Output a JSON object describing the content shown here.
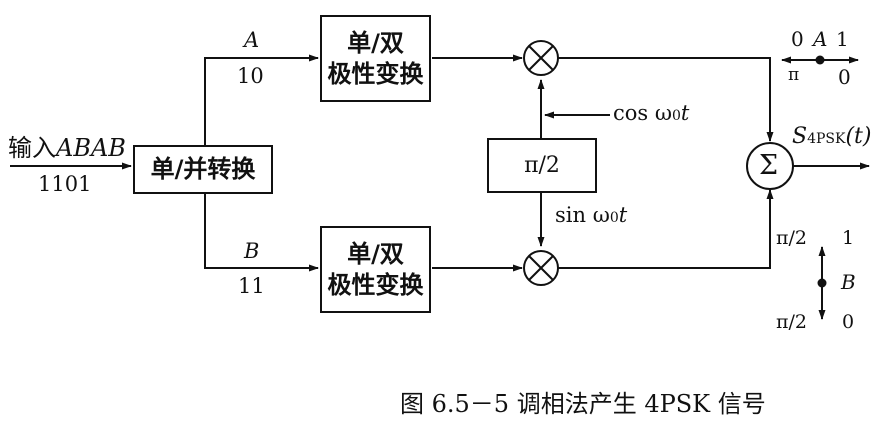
{
  "input": {
    "label_prefix": "输入",
    "label_seq": "ABAB",
    "bits": "1101"
  },
  "blocks": {
    "sp_converter": "单/并转换",
    "converter_a_line1": "单/双",
    "converter_a_line2": "极性变换",
    "converter_b_line1": "单/双",
    "converter_b_line2": "极性变换",
    "phase_shift": "π/2"
  },
  "branch_a": {
    "name": "A",
    "bits": "10"
  },
  "branch_b": {
    "name": "B",
    "bits": "11"
  },
  "carriers": {
    "cos": "cos ω",
    "cos_sub": "0",
    "cos_var": "t",
    "sin": "sin ω",
    "sin_sub": "0",
    "sin_var": "t"
  },
  "output": {
    "symbol": "S",
    "sub": "4PSK",
    "arg": "(t)",
    "summer": "Σ"
  },
  "constellation_a": {
    "top_left": "0",
    "name": "A",
    "top_right": "1",
    "bottom_left": "π",
    "bottom_right": "0"
  },
  "constellation_b": {
    "left_top": "π/2",
    "right_top": "1",
    "name": "B",
    "left_bottom": "π/2",
    "right_bottom": "0"
  },
  "caption": "图 6.5－5   调相法产生 4PSK 信号"
}
